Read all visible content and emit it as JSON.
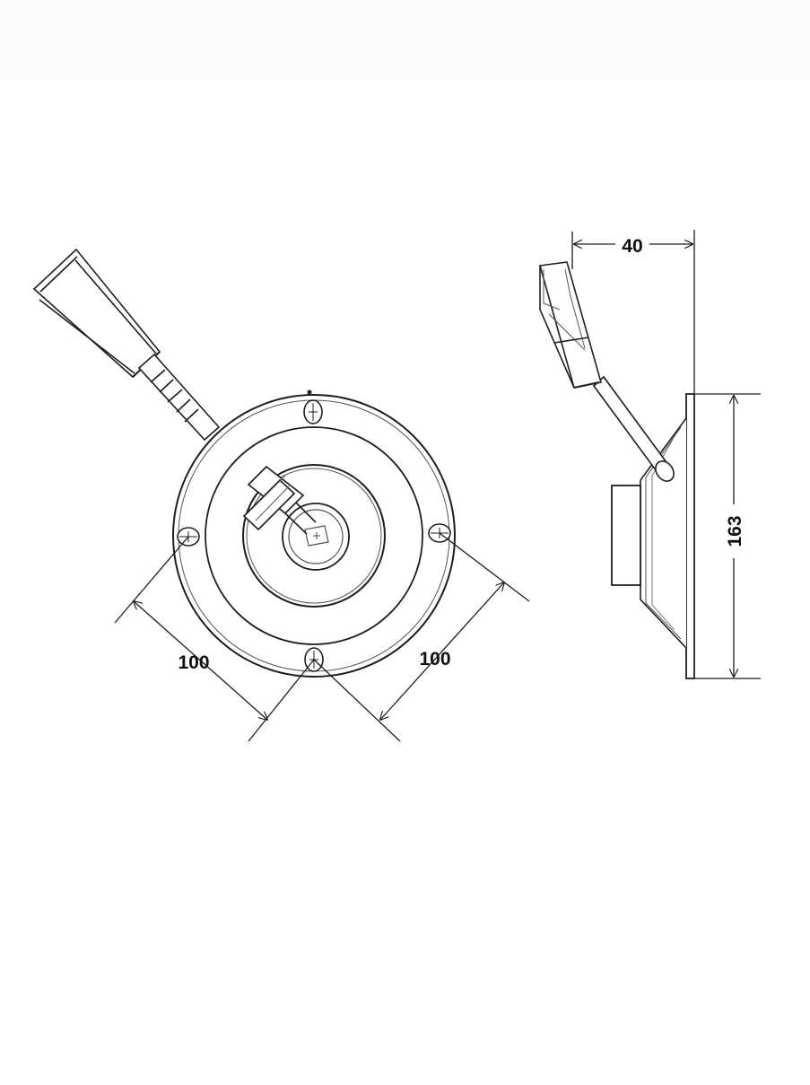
{
  "dimensions": {
    "front_left": "100",
    "front_right": "100",
    "side_depth": "40",
    "side_height": "163"
  },
  "colors": {
    "line": "#1e1e1e",
    "light_line": "#555555"
  }
}
